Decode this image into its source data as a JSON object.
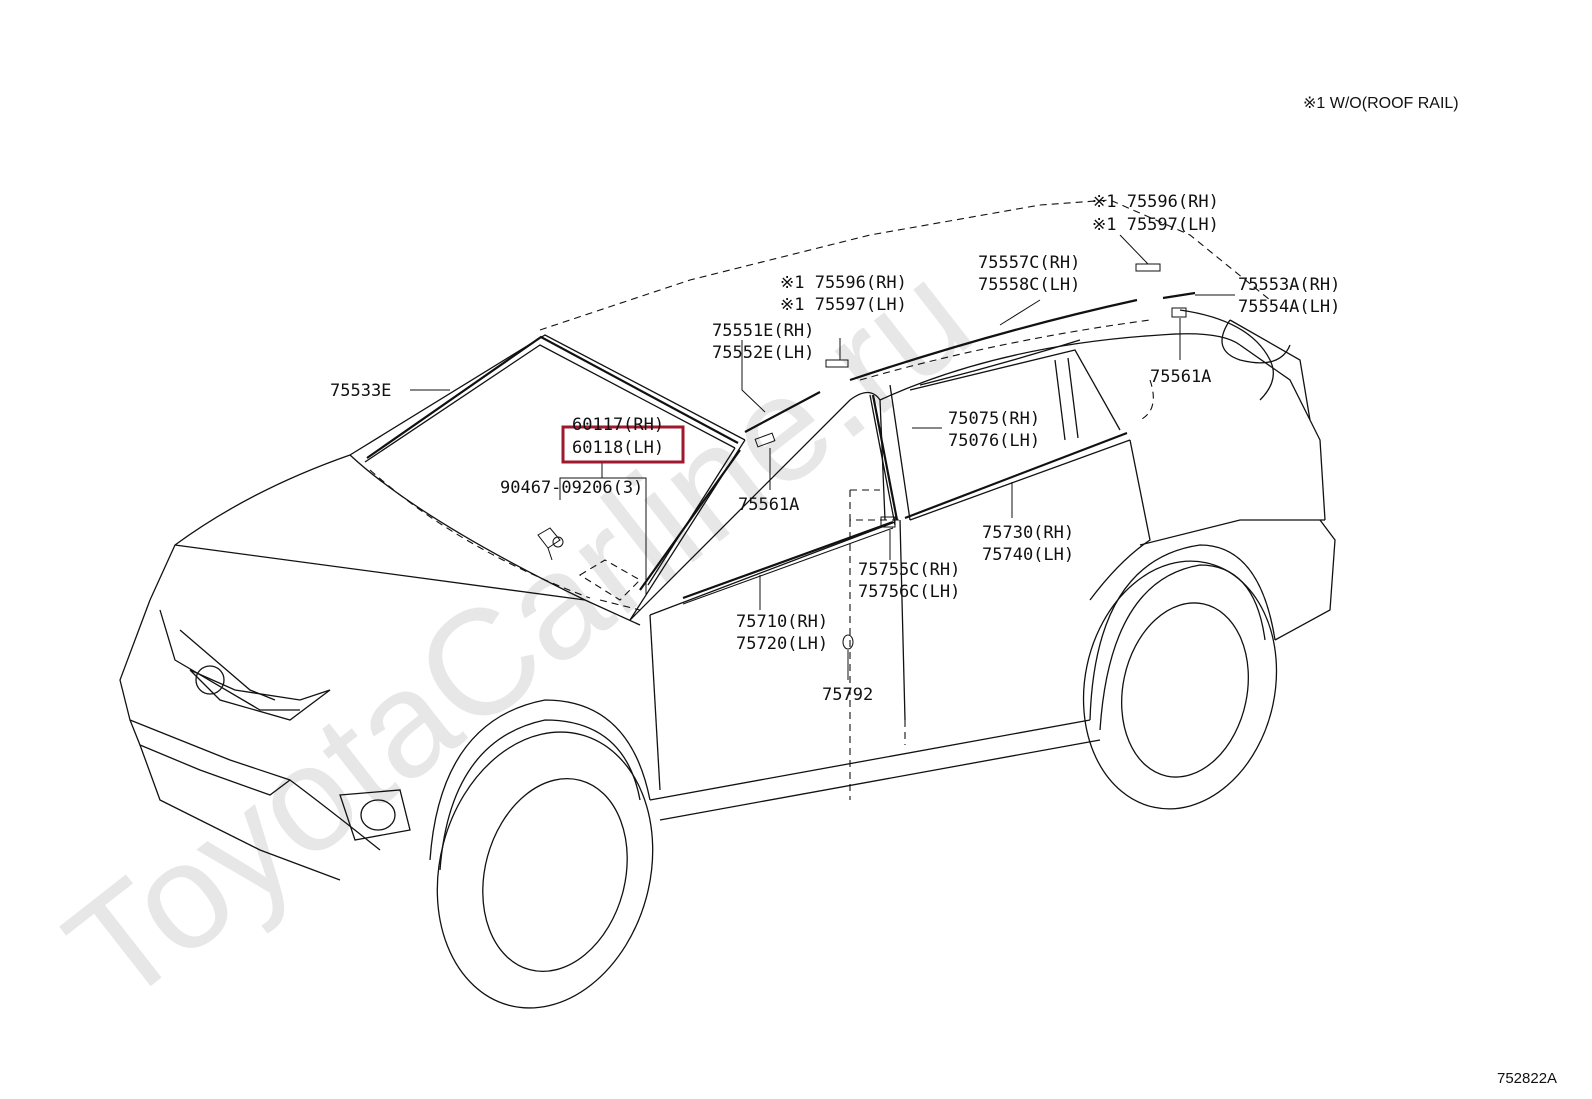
{
  "watermark": "ToyotaCarline.ru",
  "note": "※1 W/O(ROOF RAIL)",
  "diagram_code": "752822A",
  "highlight_color": "#a0182e",
  "labels": {
    "p75533E": "75533E",
    "p60117": "60117(RH)",
    "p60118": "60118(LH)",
    "p90467": "90467-09206(3)",
    "p75596a": "※1 75596(RH)",
    "p75597a": "※1 75597(LH)",
    "p75551E": "75551E(RH)",
    "p75552E": "75552E(LH)",
    "p75561A_front": "75561A",
    "p75557C": "75557C(RH)",
    "p75558C": "75558C(LH)",
    "p75596b": "※1 75596(RH)",
    "p75597b": "※1 75597(LH)",
    "p75553A": "75553A(RH)",
    "p75554A": "75554A(LH)",
    "p75561A_rear": "75561A",
    "p75075": "75075(RH)",
    "p75076": "75076(LH)",
    "p75730": "75730(RH)",
    "p75740": "75740(LH)",
    "p75755C": "75755C(RH)",
    "p75756C": "75756C(LH)",
    "p75710": "75710(RH)",
    "p75720": "75720(LH)",
    "p75792": "75792"
  }
}
